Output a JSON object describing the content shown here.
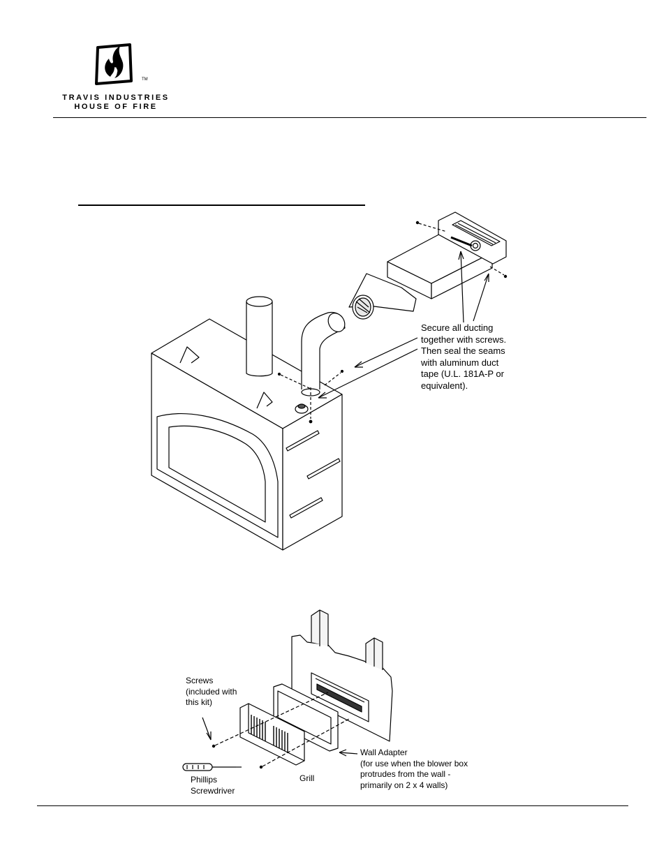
{
  "header": {
    "brand_line1": "TRAVIS INDUSTRIES",
    "brand_line2": "HOUSE OF FIRE",
    "trademark": "TM"
  },
  "figure1": {
    "callout": [
      "Secure all ducting",
      "together with screws.",
      "Then seal the seams",
      "with aluminum duct",
      "tape (U.L. 181A-P or",
      "equivalent)."
    ]
  },
  "figure2": {
    "screws": [
      "Screws",
      "(included with",
      "this kit)"
    ],
    "screwdriver": [
      "Phillips",
      "Screwdriver"
    ],
    "grill": "Grill",
    "wall_adapter": [
      "Wall Adapter",
      "(for use when the blower box",
      "protrudes from the wall -",
      "primarily on 2 x 4 walls)"
    ]
  }
}
